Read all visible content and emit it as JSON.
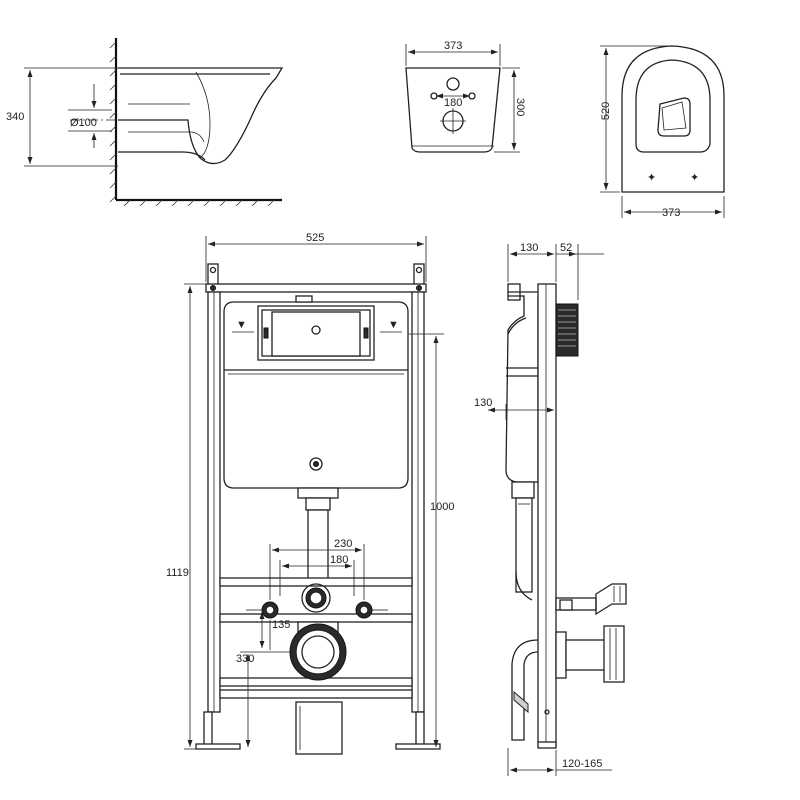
{
  "dimensions": {
    "side_height": "340",
    "pipe_diameter": "Ø100",
    "front_width": "373",
    "front_hole_spacing": "180",
    "front_height": "300",
    "top_length": "520",
    "top_width": "373",
    "frame_width": "525",
    "frame_total_height": "1119",
    "frame_height": "1000",
    "bolt_spacing_outer": "230",
    "bolt_spacing_inner": "180",
    "outlet_offset": "135",
    "outlet_height": "330",
    "profile_depth": "130",
    "profile_rear": "52",
    "profile_mid": "130",
    "profile_adjust": "120-165"
  },
  "colors": {
    "line": "#222222",
    "fill_dark": "#2a2a2a",
    "fill_grey": "#cfcfcf"
  }
}
